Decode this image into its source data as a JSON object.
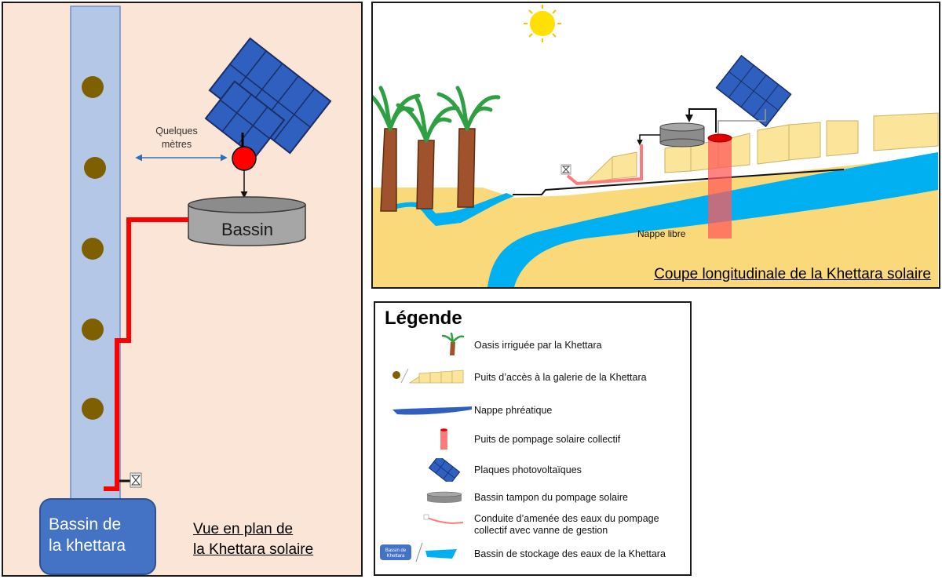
{
  "plan": {
    "distance_label_line1": "Quelques",
    "distance_label_line2": "mètres",
    "buffer_basin_label": "Bassin",
    "khettara_basin_line1": "Bassin de",
    "khettara_basin_line2": "la khettara",
    "title_line1": "Vue en plan de",
    "title_line2": "la Khettara solaire"
  },
  "section": {
    "water_table_label": "Nappe libre",
    "title": "Coupe longitudinale de la Khettara solaire"
  },
  "legend": {
    "title": "Légende",
    "items": [
      {
        "icon": "palm-tree-icon",
        "label": "Oasis irriguée par la Khettara"
      },
      {
        "icon": "access-well-icon",
        "label": "Puits d’accès à la galerie de la Khettara"
      },
      {
        "icon": "water-table-icon",
        "label": "Nappe phréatique"
      },
      {
        "icon": "pumping-well-icon",
        "label": "Puits de pompage solaire collectif"
      },
      {
        "icon": "solar-panel-icon",
        "label": "Plaques photovoltaïques"
      },
      {
        "icon": "buffer-basin-icon",
        "label": "Bassin tampon du pompage solaire"
      },
      {
        "icon": "pipe-valve-icon",
        "label_line1": "Conduite d’amenée des eaux du pompage",
        "label_line2": "collectif avec vanne de gestion"
      },
      {
        "icon": "storage-basin-icon",
        "icon_text_line1": "Bassin de",
        "icon_text_line2": "Khettara",
        "label": "Bassin de stockage des eaux de la Khettara"
      }
    ]
  },
  "colors": {
    "plan_background": "#fbe5d6",
    "gallery": "#b4c7e7",
    "access_well": "#7f6000",
    "pipe": "#ff0000",
    "solar_panel": "#2f5fbf",
    "water": "#00b0f0",
    "sand": "#f9d97a",
    "khettara_basin": "#4472c4"
  }
}
